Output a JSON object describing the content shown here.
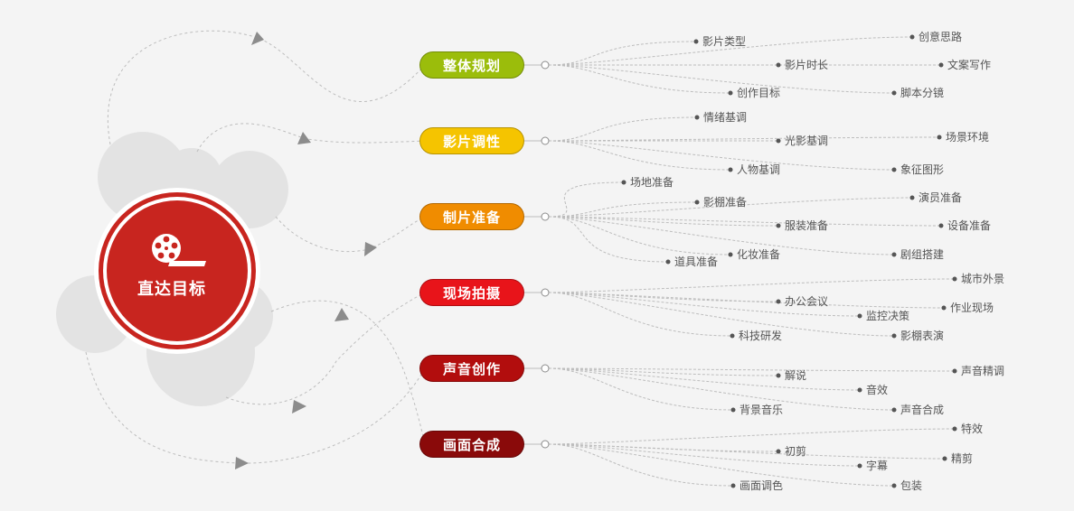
{
  "center": {
    "title": "直达目标",
    "icon": "film-reel-icon"
  },
  "colors": {
    "center_red": "#c8251f",
    "deco_circle": "#e3e3e3",
    "line": "#bdbdbd",
    "arrow": "#8c8c8c"
  },
  "branches": [
    {
      "label": "整体规划",
      "color": "#9bbd0b",
      "leaves": [
        "影片类型",
        "影片时长",
        "创作目标",
        "创意思路",
        "文案写作",
        "脚本分镜"
      ]
    },
    {
      "label": "影片调性",
      "color": "#f5c400",
      "leaves": [
        "情绪基调",
        "光影基调",
        "人物基调",
        "场景环境",
        "象征图形"
      ]
    },
    {
      "label": "制片准备",
      "color": "#f08c00",
      "leaves": [
        "场地准备",
        "影棚准备",
        "服装准备",
        "化妆准备",
        "道具准备",
        "演员准备",
        "设备准备",
        "剧组搭建"
      ]
    },
    {
      "label": "现场拍摄",
      "color": "#e8141a",
      "leaves": [
        "城市外景",
        "办公会议",
        "作业现场",
        "监控决策",
        "科技研发",
        "影棚表演"
      ]
    },
    {
      "label": "声音创作",
      "color": "#b20d0d",
      "leaves": [
        "声音精调",
        "解说",
        "音效",
        "背景音乐",
        "声音合成"
      ]
    },
    {
      "label": "画面合成",
      "color": "#8a0a0a",
      "leaves": [
        "特效",
        "初剪",
        "精剪",
        "字幕",
        "画面调色",
        "包装"
      ]
    }
  ]
}
